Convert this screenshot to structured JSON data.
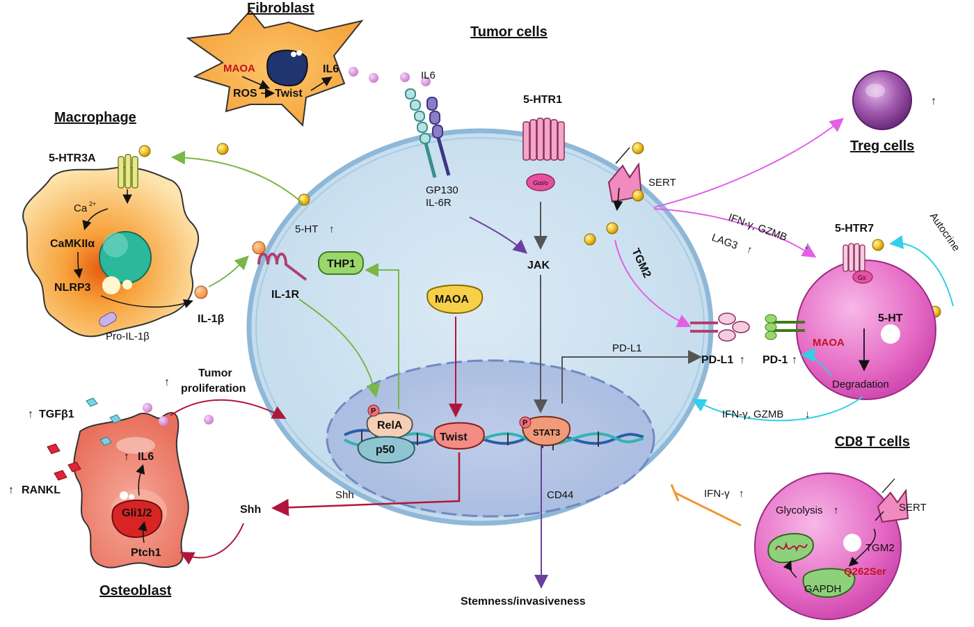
{
  "titles": {
    "fibroblast": "Fibroblast",
    "tumor": "Tumor cells",
    "macrophage": "Macrophage",
    "treg": "Treg cells",
    "cd8": "CD8 T cells",
    "osteoblast": "Osteoblast"
  },
  "fibroblast": {
    "maoa": "MAOA",
    "ros": "ROS",
    "twist": "Twist",
    "il6": "IL6"
  },
  "tumor": {
    "il6": "IL6",
    "gp130": "GP130",
    "il6r": "IL-6R",
    "htr1": "5-HTR1",
    "gai": "Gαi/o",
    "sert": "SERT",
    "ht": "5-HT",
    "il1r": "IL-1R",
    "thp1": "THP1",
    "maoa": "MAOA",
    "jak": "JAK",
    "tgm2": "TGM2",
    "pdl1_gene": "PD-L1",
    "pdl1": "PD-L1",
    "rela": "RelA",
    "p50": "p50",
    "twist": "Twist",
    "stat3": "STAT3",
    "p": "P",
    "shh_inner": "Shh",
    "shh": "Shh",
    "cd44": "CD44",
    "stemness": "Stemness/invasiveness"
  },
  "macrophage": {
    "htr3a": "5-HTR3A",
    "ca": "Ca",
    "ca_sup": "2+",
    "camk": "CaMKIIα",
    "nlrp3": "NLRP3",
    "proil": "Pro-IL-1β",
    "il1b": "IL-1β"
  },
  "cd8": {
    "ifn_gzmb": "IFN-γ, GZMB",
    "lag3": "LAG3",
    "htr7": "5-HTR7",
    "autocrine": "Autocrine",
    "gs": "Gs",
    "ht": "5-HT",
    "maoa": "MAOA",
    "degradation": "Degradation",
    "pd1": "PD-1",
    "ifn_gzmb2": "IFN-γ, GZMB",
    "ifn_g": "IFN-γ",
    "glycolysis": "Glycolysis",
    "sert": "SERT",
    "tgm2": "TGM2",
    "q262": "Q262Ser",
    "gapdh": "GAPDH"
  },
  "osteoblast": {
    "tgfb1": "TGFβ1",
    "rankl": "RANKL",
    "il6": "IL6",
    "gli": "Gli1/2",
    "ptch": "Ptch1",
    "tumor_prolif_1": "Tumor",
    "tumor_prolif_2": "proliferation"
  },
  "arrows": {
    "up": "↑",
    "down": "↓"
  },
  "colors": {
    "membrane": "#9cc4e0",
    "cytoplasm": "#cfe3f1",
    "nucleus": "#b7c7e6",
    "cd8_cell": "#e87cc8",
    "treg": "#a458a8",
    "green_arrow": "#7ab648",
    "magenta_arrow": "#e35fe8",
    "cyan_arrow": "#2fd0e8",
    "crimson_arrow": "#b0163a",
    "purple_arrow": "#6a3fa0",
    "orange_inhibit": "#f29431"
  }
}
